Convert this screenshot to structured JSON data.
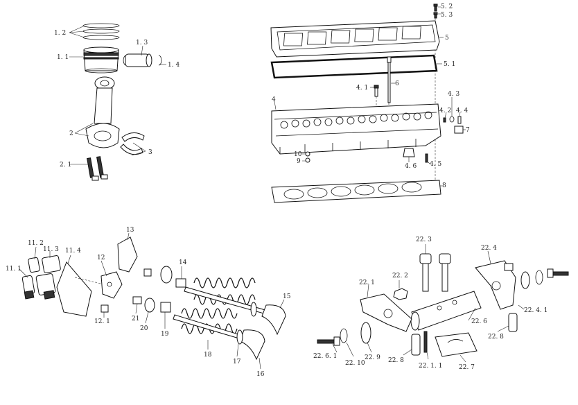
{
  "callouts": {
    "c1_2": "1. 2",
    "c1_1": "1. 1",
    "c1_3": "1. 3",
    "c1_4": "1. 4",
    "c2": "2",
    "c2_1": "2. 1",
    "c3": "3",
    "c5_2": "5. 2",
    "c5_3": "5. 3",
    "c5": "5",
    "c5_1": "5. 1",
    "c4_1": "4. 1",
    "c6": "6",
    "c4": "4",
    "c4_3": "4. 3",
    "c4_2": "4. 2",
    "c4_4": "4. 4",
    "c7": "7",
    "c10": "10",
    "c9": "9",
    "c4_6": "4. 6",
    "c4_5": "4. 5",
    "c8": "8",
    "c13": "13",
    "c11_2": "11. 2",
    "c11_3": "11. 3",
    "c11_4": "11. 4",
    "c11_1": "11. 1",
    "c12": "12",
    "c14": "14",
    "c12_1": "12. 1",
    "c21": "21",
    "c20": "20",
    "c19": "19",
    "c15": "15",
    "c18": "18",
    "c17": "17",
    "c16": "16",
    "c22_3": "22. 3",
    "c22_4": "22. 4",
    "c22_1": "22. 1",
    "c22_2": "22. 2",
    "c22_4_1": "22. 4. 1",
    "c22_6": "22. 6",
    "c22_8a": "22. 8",
    "c22_8b": "22. 8",
    "c22_6_1": "22. 6. 1",
    "c22_10": "22. 10",
    "c22_9": "22. 9",
    "c22_1_1": "22. 1. 1",
    "c22_7": "22. 7"
  }
}
